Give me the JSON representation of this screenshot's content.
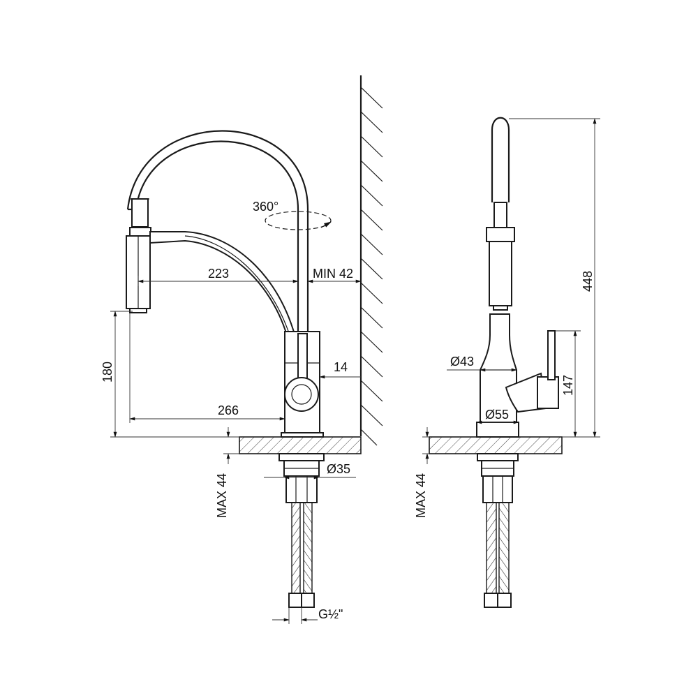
{
  "dimensions": {
    "swivel": "360°",
    "reach": "223",
    "wall_min": "MIN 42",
    "wall_offset": "14",
    "spout_height": "180",
    "base_to_outlet": "266",
    "hole_diameter": "Ø35",
    "max_thickness_front": "MAX 44",
    "thread": "G½\"",
    "body_diameter": "Ø43",
    "base_diameter": "Ø55",
    "handle_height": "147",
    "total_height": "448",
    "max_thickness_side": "MAX 44"
  },
  "colors": {
    "line": "#1a1a1a",
    "hatch": "#444444",
    "background": "#ffffff"
  }
}
